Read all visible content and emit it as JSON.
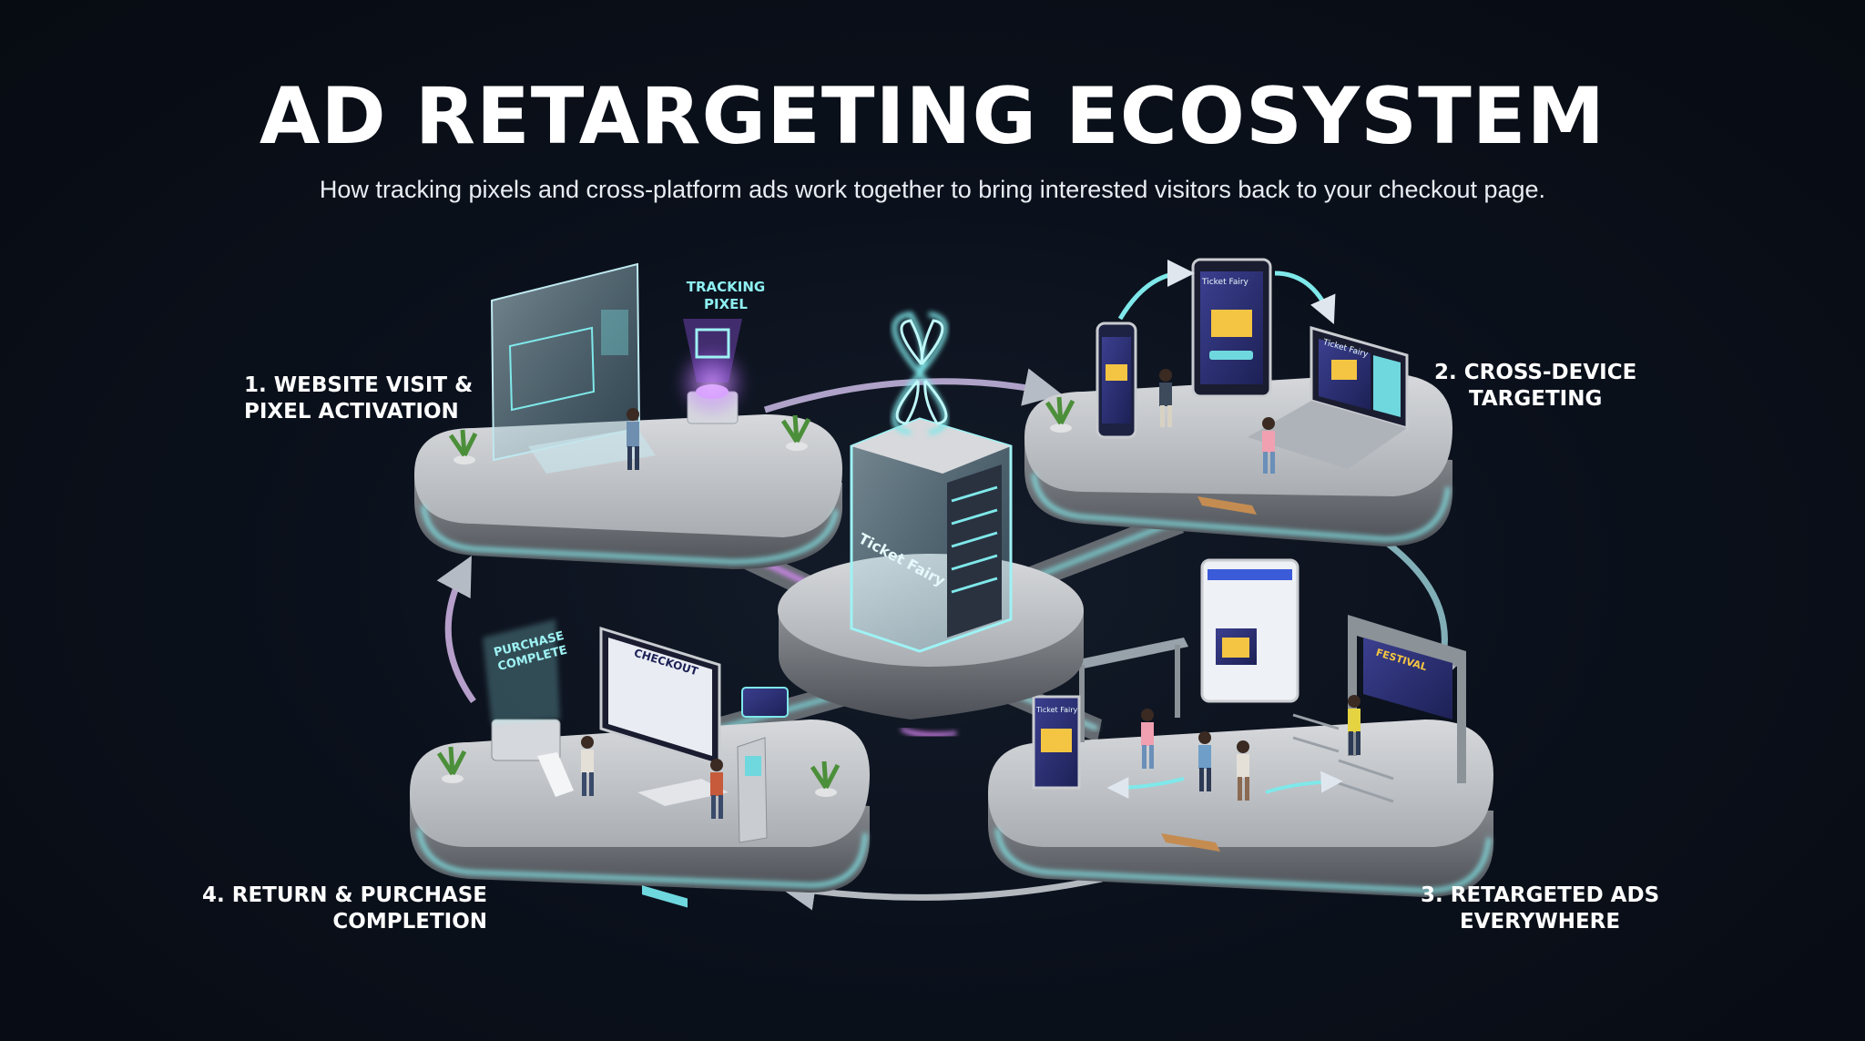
{
  "title": "AD RETARGETING ECOSYSTEM",
  "subtitle": "How tracking pixels and cross-platform ads work together to bring interested visitors back to your checkout page.",
  "steps": [
    {
      "line1": "1. WEBSITE VISIT &",
      "line2": "PIXEL ACTIVATION"
    },
    {
      "line1": "2. CROSS-DEVICE",
      "line2": "TARGETING"
    },
    {
      "line1": "3. RETARGETED ADS",
      "line2": "EVERYWHERE"
    },
    {
      "line1": "4. RETURN & PURCHASE",
      "line2": "COMPLETION"
    }
  ],
  "hub": {
    "brand": "Ticket Fairy"
  },
  "tracking_pixel": {
    "line1": "TRACKING",
    "line2": "PIXEL"
  },
  "checkout": {
    "screen_label": "CHECKOUT",
    "hologram_line1": "PURCHASE",
    "hologram_line2": "COMPLETE"
  },
  "festival_arch": {
    "label": "FESTIVAL"
  },
  "device_brand": "Ticket Fairy",
  "colors": {
    "accent_cyan": "#7fe8ea",
    "accent_purple": "#c98bff",
    "platform": "#c9ccd0",
    "background": "#0b111c"
  }
}
